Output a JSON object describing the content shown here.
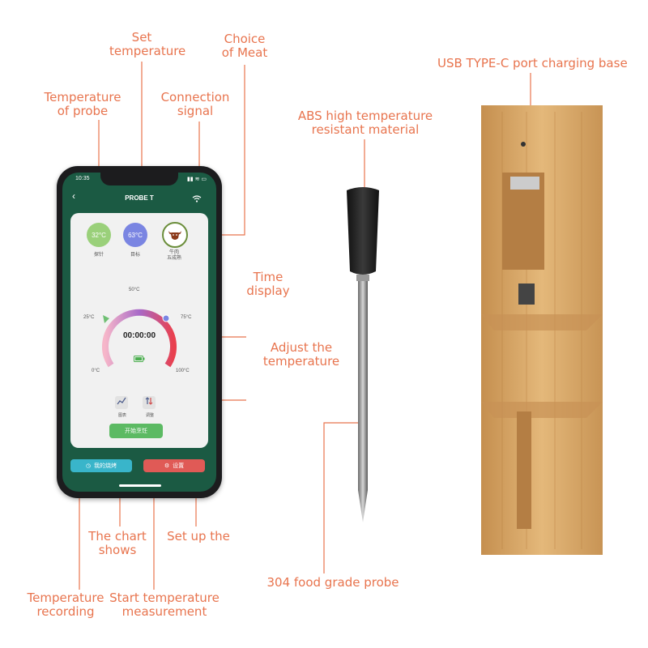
{
  "callouts": {
    "set_temperature": [
      "Set",
      "temperature"
    ],
    "choice_of_meat": [
      "Choice",
      "of Meat"
    ],
    "temperature_of_probe": [
      "Temperature",
      "of probe"
    ],
    "connection_signal": [
      "Connection",
      "signal"
    ],
    "usb_base": [
      "USB TYPE-C port charging base"
    ],
    "abs_material": [
      "ABS high temperature",
      "resistant material"
    ],
    "time_display": [
      "Time",
      "display"
    ],
    "adjust_temperature": [
      "Adjust the",
      "temperature"
    ],
    "chart_shows": [
      "The chart",
      "shows"
    ],
    "set_up_the": [
      "Set up the"
    ],
    "food_grade_probe": [
      "304 food grade probe"
    ],
    "temperature_recording": [
      "Temperature",
      "recording"
    ],
    "start_measurement": [
      "Start temperature",
      "measurement"
    ]
  },
  "app": {
    "status_time": "10:35",
    "status_icons": "▮▮ ≋ ▭",
    "title": "PROBE T",
    "back": "‹",
    "probe_temp": "32°C",
    "probe_label": "探针",
    "target_temp": "63°C",
    "target_label": "目标",
    "meat_label_1": "牛肉",
    "meat_label_2": "五成熟",
    "ticks": {
      "t0": "0°C",
      "t25": "25°C",
      "t50": "50°C",
      "t75": "75°C",
      "t100": "100°C"
    },
    "timer": "00:00:00",
    "chart_label": "图表",
    "adjust_label": "调整",
    "start_button": "开始烹饪",
    "records_button": "我的烧烤",
    "settings_button": "设置"
  },
  "colors": {
    "accent": "#e8744e",
    "app_green": "#1b5a43",
    "probe_circle": "#9ad07a",
    "target_circle": "#7a85e2",
    "start_button": "#5cba63",
    "records_button": "#39b5ca",
    "settings_button": "#e05a56",
    "bamboo": "#d9a867"
  }
}
